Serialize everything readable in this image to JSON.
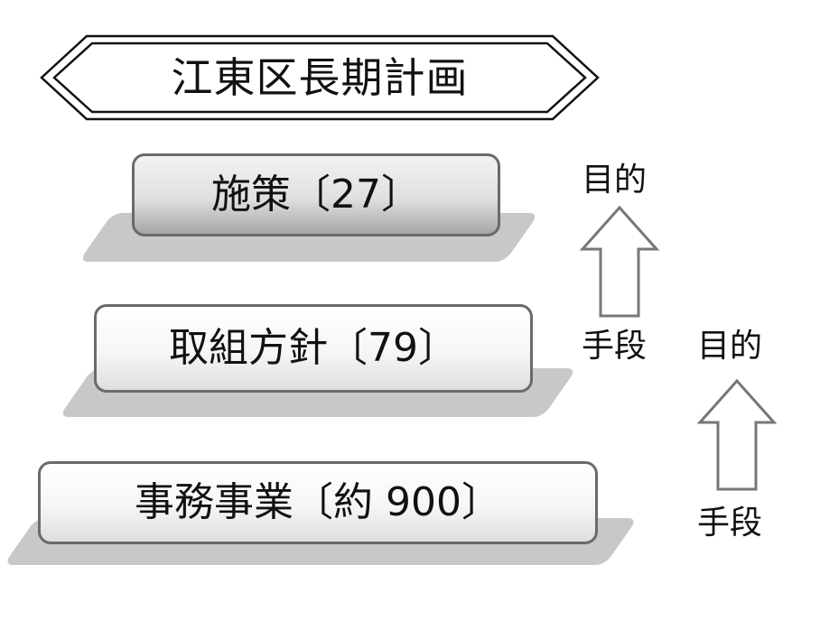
{
  "title": "江東区長期計画",
  "tiers": [
    {
      "label": "施策〔27〕"
    },
    {
      "label": "取組方針〔79〕"
    },
    {
      "label": "事務事業〔約 900〕"
    }
  ],
  "relations": [
    {
      "purpose": "目的",
      "means": "手段"
    },
    {
      "purpose": "目的",
      "means": "手段"
    }
  ]
}
